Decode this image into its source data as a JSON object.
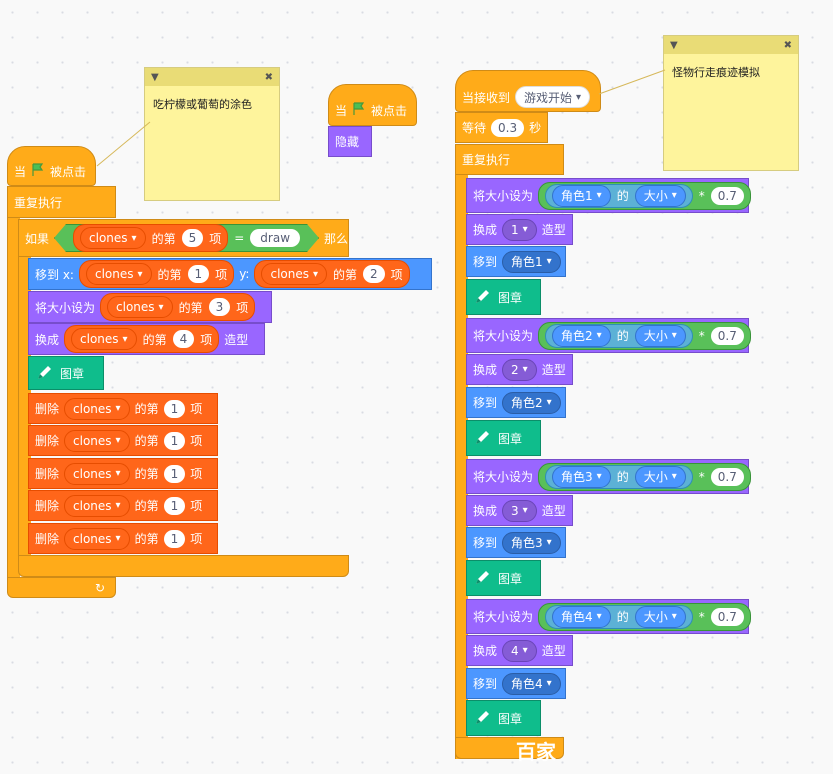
{
  "colors": {
    "events": "#ffab19",
    "motion": "#4c97ff",
    "looks": "#9966ff",
    "pen": "#0fbd8c",
    "list": "#ff661a",
    "operator": "#59c059"
  },
  "notes": [
    {
      "text": "吃柠檬或葡萄的涂色"
    },
    {
      "text": "怪物行走痕迹模拟"
    }
  ],
  "script_left": {
    "hat": {
      "when": "当",
      "clicked": "被点击"
    },
    "forever": "重复执行",
    "if_label": "如果",
    "then_label": "那么",
    "list_name": "clones",
    "item_of": "的第",
    "item_suffix": "项",
    "eq": "=",
    "draw": "draw",
    "idx": [
      "5",
      "1",
      "2",
      "3",
      "4",
      "1"
    ],
    "goto": "移到 x:",
    "y": "y:",
    "setsize": "将大小设为",
    "switch": "换成",
    "costume": "造型",
    "stamp": "图章",
    "delete": "删除"
  },
  "script_mid": {
    "hat": {
      "when": "当",
      "clicked": "被点击"
    },
    "hide": "隐藏"
  },
  "script_right": {
    "receive": "当接收到",
    "message": "游戏开始",
    "wait": "等待",
    "wait_value": "0.3",
    "sec": "秒",
    "forever": "重复执行",
    "setsize": "将大小设为",
    "of": "的",
    "attr": "大小",
    "times": "*",
    "factor": "0.7",
    "switch": "换成",
    "costume": "造型",
    "goto": "移到",
    "stamp": "图章",
    "sprites": [
      "角色1",
      "角色2",
      "角色3",
      "角色4"
    ],
    "costumes": [
      "1",
      "2",
      "3",
      "4"
    ]
  },
  "watermark": "百家"
}
